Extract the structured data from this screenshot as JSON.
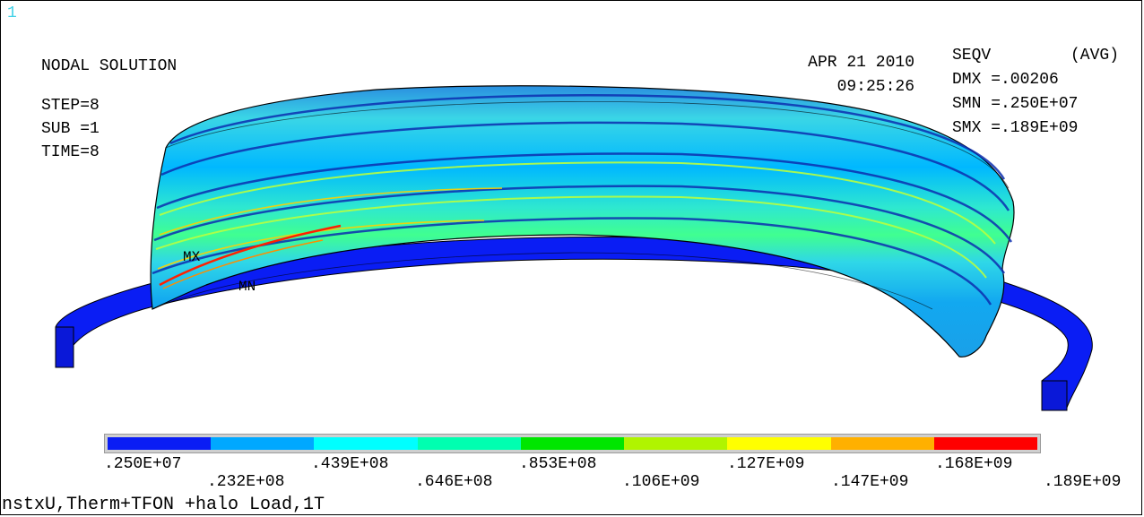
{
  "window_number": "1",
  "header": {
    "title": "NODAL SOLUTION",
    "step": "STEP=8",
    "sub": "SUB =1",
    "time": "TIME=8",
    "date": "APR 21 2010",
    "clock": "09:25:26",
    "quantity": "SEQV",
    "avg": "(AVG)",
    "dmx": "DMX =.00206",
    "smn": "SMN =.250E+07",
    "smx": "SMX =.189E+09"
  },
  "markers": {
    "mx": "MX",
    "mn": "MN"
  },
  "legend": {
    "colors": [
      "#0a1df4",
      "#00a8ff",
      "#00ffff",
      "#00ffb0",
      "#00e600",
      "#b0f400",
      "#ffff00",
      "#ffb000",
      "#ff0000"
    ],
    "labels": [
      ".250E+07",
      ".232E+08",
      ".439E+08",
      ".646E+08",
      ".853E+08",
      ".106E+09",
      ".127E+09",
      ".147E+09",
      ".168E+09",
      ".189E+09"
    ]
  },
  "footer": "nstxU,Therm+TFON +halo Load,1T"
}
